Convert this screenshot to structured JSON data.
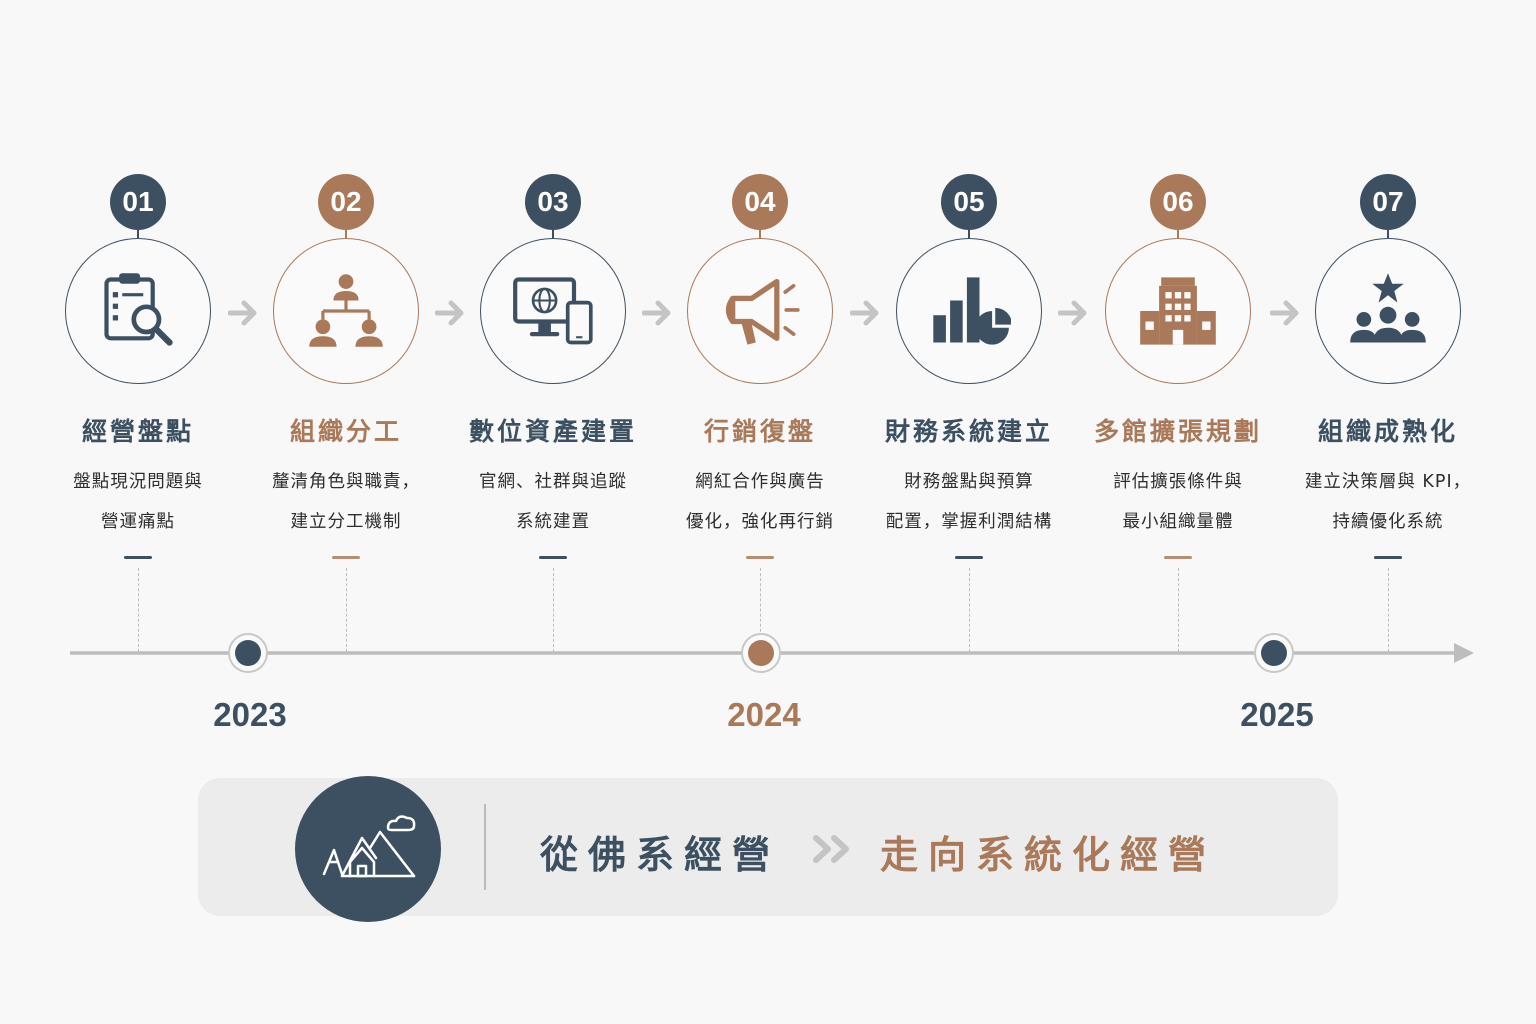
{
  "colors": {
    "navy": "#3d5062",
    "brown": "#a9795a",
    "timeline": "#bdbdbd",
    "arrow": "#c4c4c4"
  },
  "steps": [
    {
      "number": "01",
      "title": "經營盤點",
      "desc_line1": "盤點現況問題與",
      "desc_line2": "營運痛點",
      "icon": "clipboard-search-icon",
      "color": "navy"
    },
    {
      "number": "02",
      "title": "組織分工",
      "desc_line1": "釐清角色與職責，",
      "desc_line2": "建立分工機制",
      "icon": "org-chart-icon",
      "color": "brown"
    },
    {
      "number": "03",
      "title": "數位資產建置",
      "desc_line1": "官網、社群與追蹤",
      "desc_line2": "系統建置",
      "icon": "monitor-phone-icon",
      "color": "navy"
    },
    {
      "number": "04",
      "title": "行銷復盤",
      "desc_line1": "網紅合作與廣告",
      "desc_line2": "優化，強化再行銷",
      "icon": "megaphone-icon",
      "color": "brown"
    },
    {
      "number": "05",
      "title": "財務系統建立",
      "desc_line1": "財務盤點與預算",
      "desc_line2": "配置，掌握利潤結構",
      "icon": "bar-pie-chart-icon",
      "color": "navy"
    },
    {
      "number": "06",
      "title": "多館擴張規劃",
      "desc_line1": "評估擴張條件與",
      "desc_line2": "最小組織量體",
      "icon": "building-icon",
      "color": "brown"
    },
    {
      "number": "07",
      "title": "組織成熟化",
      "desc_line1": "建立決策層與 KPI，",
      "desc_line2": "持續優化系統",
      "icon": "team-star-icon",
      "color": "navy"
    }
  ],
  "years": [
    {
      "label": "2023",
      "color": "navy"
    },
    {
      "label": "2024",
      "color": "brown"
    },
    {
      "label": "2025",
      "color": "navy"
    }
  ],
  "banner": {
    "icon": "mountain-house-icon",
    "from_text": "從佛系經營",
    "separator_icon": "double-chevron-icon",
    "to_text": "走向系統化經營"
  }
}
